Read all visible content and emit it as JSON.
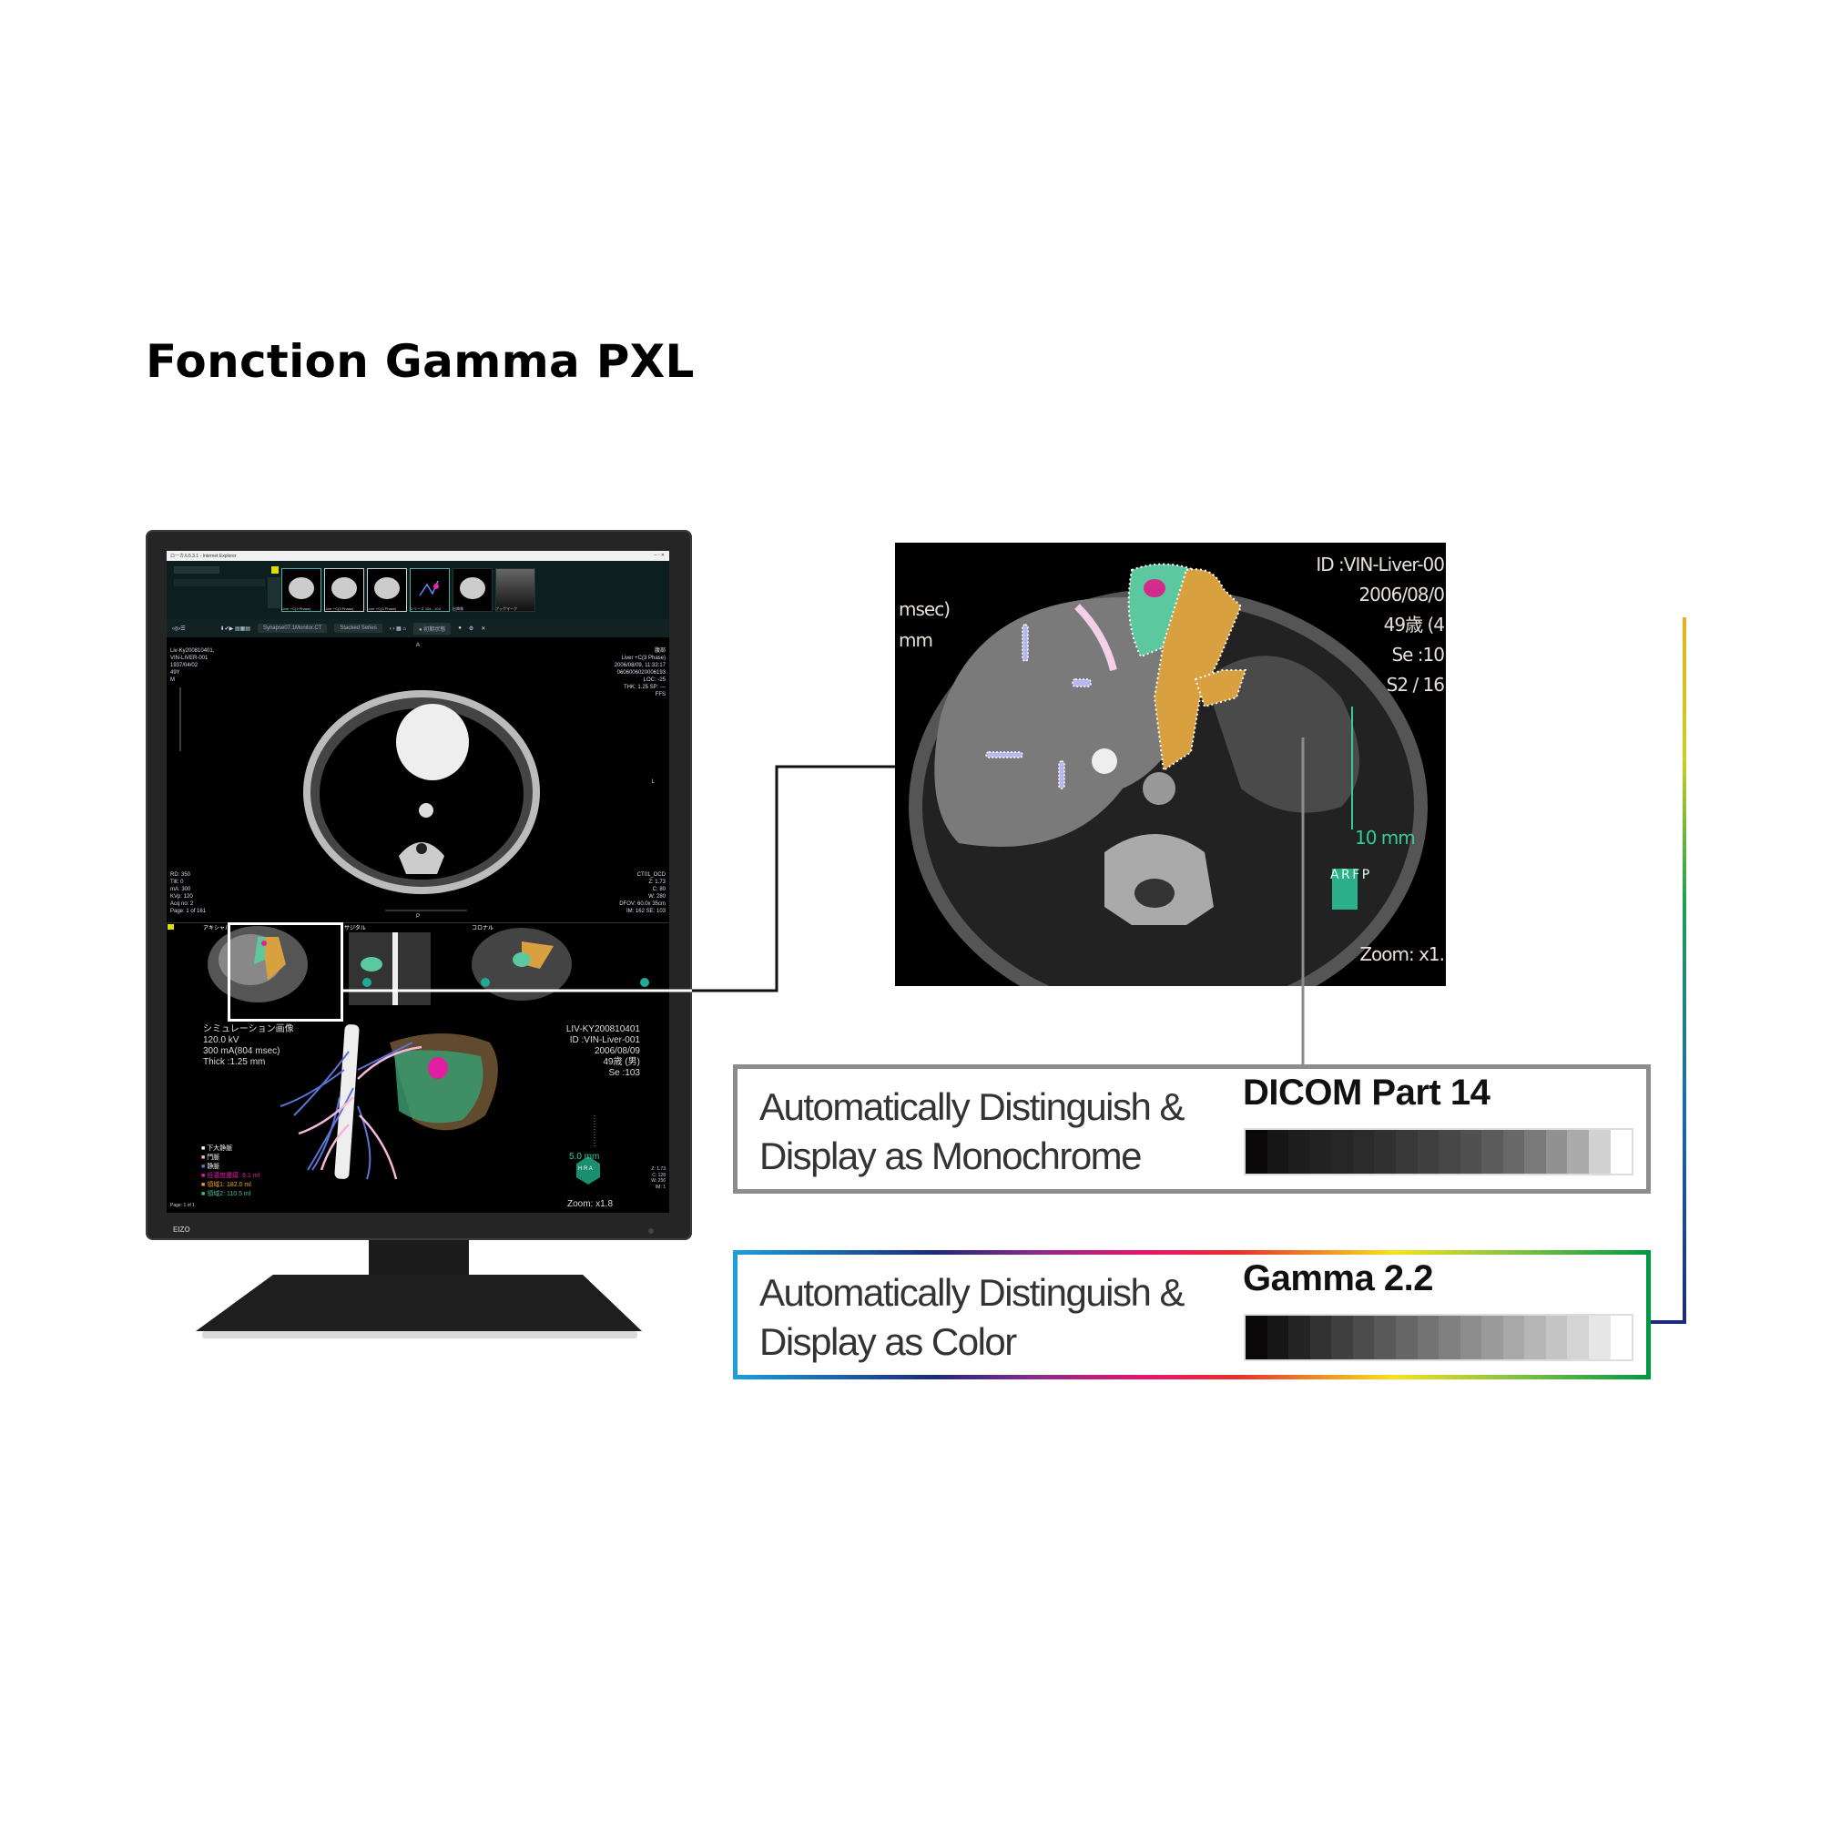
{
  "title": "Fonction Gamma PXL",
  "monitor": {
    "brand": "EIZO",
    "window_title": "ローカル5.3.1 - Internet Explorer",
    "toolbar": {
      "layout_select": "Synapse07.1Monitor.CT",
      "series_select": "Stacked Series",
      "preset_select": "● 初期状態"
    },
    "thumbnails": [
      "Liver +C(3 Phase)",
      "Liver +C(3 Phase)",
      "Liver +C(3 Phase)",
      "シリーズ 104 - 104",
      "出典像",
      "ブックマーク"
    ],
    "main_view": {
      "top_left": [
        "Liv-Ky200810401,",
        "VIN-LIVER-001",
        "1937/04/02",
        "49Y",
        "M"
      ],
      "top_right": [
        "腹部",
        "Liver +C(3 Phase)",
        "2006/08/09, 11:32:17",
        "0606006020006193",
        "LOC: -25",
        "THK: 1.25 SP: ---",
        "FFS"
      ],
      "bottom_left": [
        "RD: 350",
        "Tilt: 0",
        "mA: 300",
        "KVp: 120",
        "Acq no: 2",
        "Page: 1 of 161"
      ],
      "bottom_right": [
        "CT01_OCD",
        "Z: 1.73",
        "C: 80",
        "W: 280",
        "DFOV: 60.0x 35cm",
        "IM: 162 SE: 103"
      ],
      "orient_top": "A",
      "orient_right": "L",
      "orient_bottom": "P"
    },
    "viewports": [
      "アキシャル",
      "サジタル",
      "コロナル"
    ],
    "sim_view": {
      "left": [
        "シミュレーション画像",
        "120.0 kV",
        "300 mA(804 msec)",
        "Thick :1.25 mm"
      ],
      "right": [
        "LIV-KY200810401",
        "ID :VIN-Liver-001",
        "2006/08/09",
        "49歳 (男)",
        "Se :103"
      ],
      "scale": "5.0 mm",
      "zoom": "Zoom: x1.8",
      "corner": [
        "Z: 1.73",
        "C: 128",
        "W: 256",
        "IM: 1"
      ],
      "legend": [
        {
          "label": "下大静脈",
          "color": "#ffffff"
        },
        {
          "label": "門脈",
          "color": "#f3b8d8"
        },
        {
          "label": "静脈",
          "color": "#5b74d8"
        },
        {
          "label": "低濃度腫瘍: 8.1 ml",
          "color": "#e020a0"
        },
        {
          "label": "領域1: 182.0 ml",
          "color": "#f0a020"
        },
        {
          "label": "領域2: 110.5 ml",
          "color": "#40c090"
        }
      ],
      "page": "Page: 1 of 1",
      "cube": [
        "H",
        "R",
        "A"
      ]
    }
  },
  "zoomed_ct": {
    "right": [
      "ID :VIN-Liver-00",
      "2006/08/0",
      "49歳 (4",
      "Se :10",
      "S2 / 16"
    ],
    "left": [
      "msec)",
      "mm"
    ],
    "scale": "10 mm",
    "zoom": "Zoom: x1.",
    "orient": [
      "A",
      "R",
      "F",
      "P"
    ]
  },
  "boxes": [
    {
      "line1": "Automatically Distinguish &",
      "line2": "Display as Monochrome",
      "heading": "DICOM Part 14",
      "ramp": [
        "#0a0808",
        "#161616",
        "#1d1d1d",
        "#222222",
        "#262626",
        "#2b2b2b",
        "#313131",
        "#383838",
        "#3f3f3f",
        "#474747",
        "#505050",
        "#5b5b5b",
        "#686868",
        "#7a7a7a",
        "#919191",
        "#ababab",
        "#d2d2d2",
        "#ffffff"
      ]
    },
    {
      "line1": "Automatically Distinguish &",
      "line2": "Display as Color",
      "heading": "Gamma 2.2",
      "ramp": [
        "#0a0808",
        "#161616",
        "#242424",
        "#323232",
        "#3f3f3f",
        "#4c4c4c",
        "#595959",
        "#666666",
        "#737373",
        "#808080",
        "#8d8d8d",
        "#9a9a9a",
        "#a8a8a8",
        "#b6b6b6",
        "#c5c5c5",
        "#d4d4d4",
        "#e6e6e6",
        "#ffffff"
      ]
    }
  ]
}
